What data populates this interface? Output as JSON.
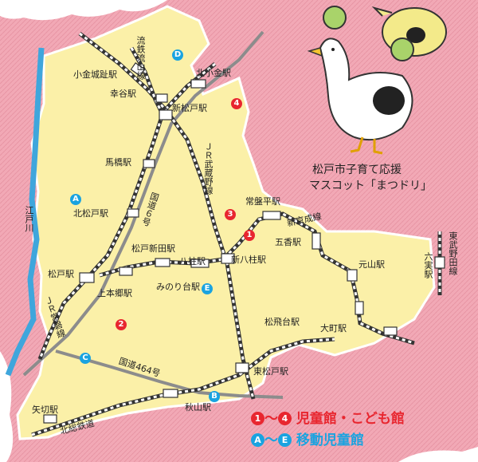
{
  "stations": {
    "kogane_joshi": "小金城趾駅",
    "kouya": "幸谷駅",
    "kita_kogane": "北小金駅",
    "shin_matsudo": "新松戸駅",
    "mabashi": "馬橋駅",
    "kita_matsudo": "北松戸駅",
    "matsudo": "松戸駅",
    "kamihongo": "上本郷駅",
    "matsudo_shinden": "松戸新田駅",
    "yabashira": "八柱駅",
    "minoridai": "みのり台駅",
    "shin_yabashira": "新八柱駅",
    "tokiwadaira": "常盤平駅",
    "goko": "五香駅",
    "motoyama": "元山駅",
    "shohidai": "松飛台駅",
    "omachi": "大町駅",
    "higashi_matsudo": "東松戸駅",
    "akiyama": "秋山駅",
    "yagiri": "矢切駅",
    "mutsumi": "六実駅"
  },
  "lines": {
    "ryutetsu": "流鉄流山線",
    "jr_musashino": "ＪＲ武蔵野線",
    "shinkeisei": "新京成線",
    "jr_joban": "ＪＲ常磐線",
    "hokuso": "北総鉄道",
    "tobu": "東武野田線"
  },
  "roads": {
    "route6": "国道６号",
    "route464": "国道464号"
  },
  "river": "江戸川",
  "markers": {
    "red": [
      "1",
      "2",
      "3",
      "4"
    ],
    "blue": [
      "A",
      "B",
      "C",
      "D",
      "E"
    ]
  },
  "mascot": {
    "line1": "松戸市子育て応援",
    "line2": "マスコット「まつドリ」"
  },
  "legend": {
    "red_from": "1",
    "red_to": "4",
    "red_sep": "～",
    "red_text": "児童館・こども館",
    "blue_from": "A",
    "blue_to": "E",
    "blue_sep": "～",
    "blue_text": "移動児童館"
  },
  "colors": {
    "background": "#f2a9b6",
    "land": "#fbf0a8",
    "river": "#3fa6dc",
    "road": "#8c8c8c",
    "red_marker": "#e8262f",
    "blue_marker": "#1aa3e0",
    "legend_red": "#e8262f",
    "legend_blue": "#1aa3e0"
  }
}
